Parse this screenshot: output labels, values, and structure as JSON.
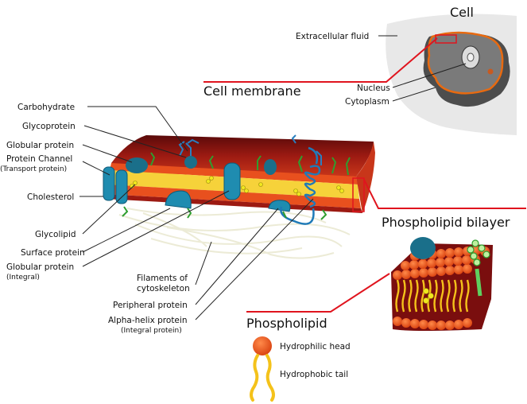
{
  "cell": {
    "title": "Cell",
    "extracellular_fluid": "Extracellular fluid",
    "nucleus": "Nucleus",
    "cytoplasm": "Cytoplasm"
  },
  "membrane": {
    "title": "Cell membrane",
    "labels_left": {
      "carbohydrate": "Carbohydrate",
      "glycoprotein": "Glycoprotein",
      "globular_protein": "Globular protein",
      "protein_channel": "Protein Channel",
      "protein_channel_sub": "(Transport protein)",
      "cholesterol": "Cholesterol",
      "glycolipid": "Glycolipid",
      "surface_protein": "Surface protein",
      "globular_protein_integral": "Globular protein",
      "globular_protein_integral_sub": "(Integral)"
    },
    "labels_bottom": {
      "filaments_line1": "Filaments of",
      "filaments_line2": "cytoskeleton",
      "peripheral_protein": "Peripheral protein",
      "alpha_helix": "Alpha-helix protein",
      "alpha_helix_sub": "(Integral protein)"
    }
  },
  "bilayer": {
    "title": "Phospholipid bilayer"
  },
  "phospholipid": {
    "title": "Phospholipid",
    "hydrophilic_head": "Hydrophilic head",
    "hydrophobic_tail": "Hydrophobic tail"
  },
  "colors": {
    "head_red": "#e8501e",
    "tail_yellow": "#f4c21a",
    "membrane_dark_red": "#8a1010",
    "protein_teal": "#1f8cb0",
    "carbohydrate_blue": "#2a7fc0",
    "glycolipid_green": "#2f9e2f",
    "cholesterol_yellow": "#e8e21a",
    "leader_red": "#e0141e",
    "cell_grey": "#e6e6e6",
    "cell_dark": "#555555"
  }
}
